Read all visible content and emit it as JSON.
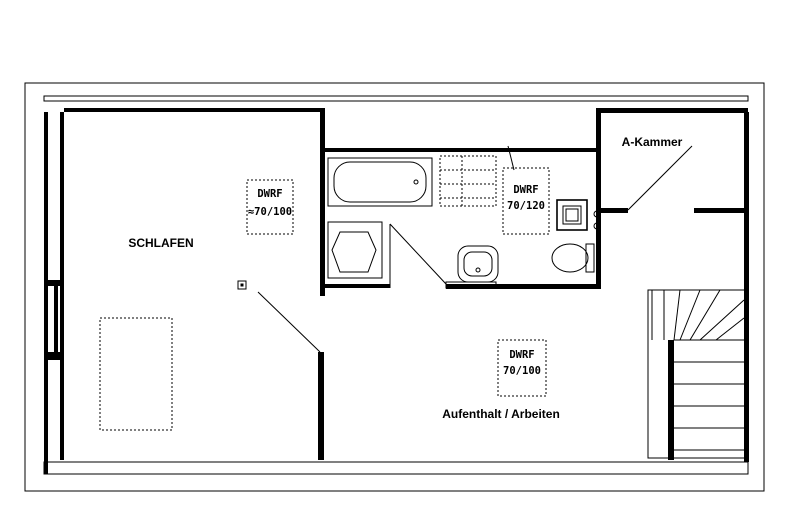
{
  "rooms": {
    "schlafen": "SCHLAFEN",
    "aufenthalt": "Aufenthalt / Arbeiten",
    "a_kammer": "A-Kammer"
  },
  "skylights": [
    {
      "label": "DWRF",
      "size": "≈70/100"
    },
    {
      "label": "DWRF",
      "size": "70/120"
    },
    {
      "label": "DWRF",
      "size": "70/100"
    }
  ]
}
